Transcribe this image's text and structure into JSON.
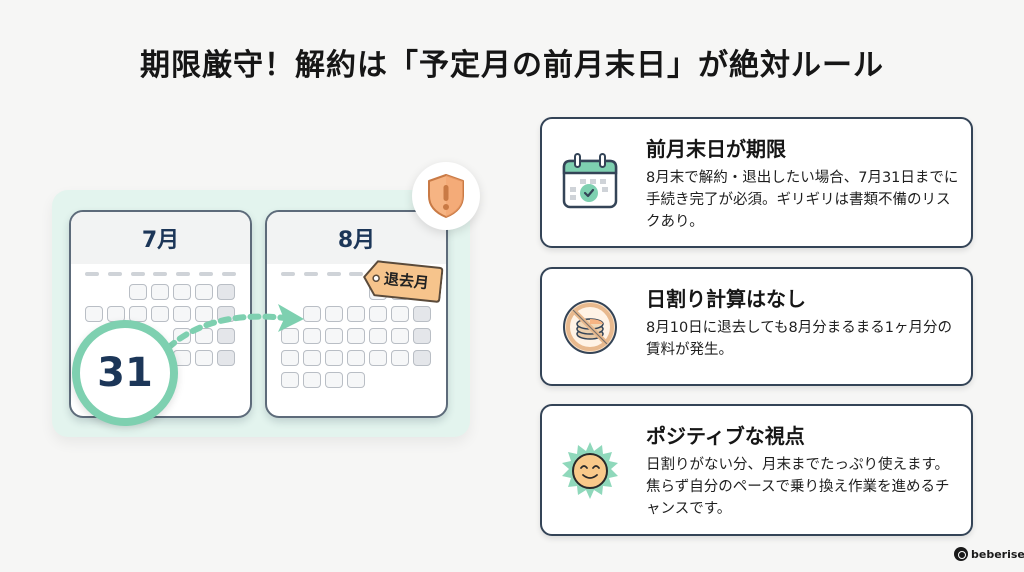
{
  "title": "期限厳守！解約は「予定月の前月末日」が絶対ルール",
  "illustration": {
    "calendar_left": {
      "month": "7月"
    },
    "calendar_right": {
      "month": "8月"
    },
    "deadline_day": "31",
    "tag_label": "退去月",
    "icons": [
      "shield-warning-icon",
      "dashed-arrow-icon"
    ],
    "colors": {
      "accent_green": "#7ed0b0",
      "accent_orange": "#f6c48c",
      "navy": "#1c3658",
      "panel_bg": "#e3f4ee"
    }
  },
  "cards": [
    {
      "icon": "calendar-check-icon",
      "title": "前月末日が期限",
      "body": "8月末で解約・退出したい場合、7月31日までに手続き完了が必須。ギリギリは書類不備のリスクあり。"
    },
    {
      "icon": "no-prorate-coin-icon",
      "title": "日割り計算はなし",
      "body": "8月10日に退去しても8月分まるまる1ヶ月分の賃料が発生。"
    },
    {
      "icon": "smiling-sun-icon",
      "title": "ポジティブな視点",
      "body": "日割りがない分、月末までたっぷり使えます。焦らず自分のペースで乗り換え作業を進めるチャンスです。"
    }
  ],
  "footer": {
    "logo_text": "beberise"
  }
}
